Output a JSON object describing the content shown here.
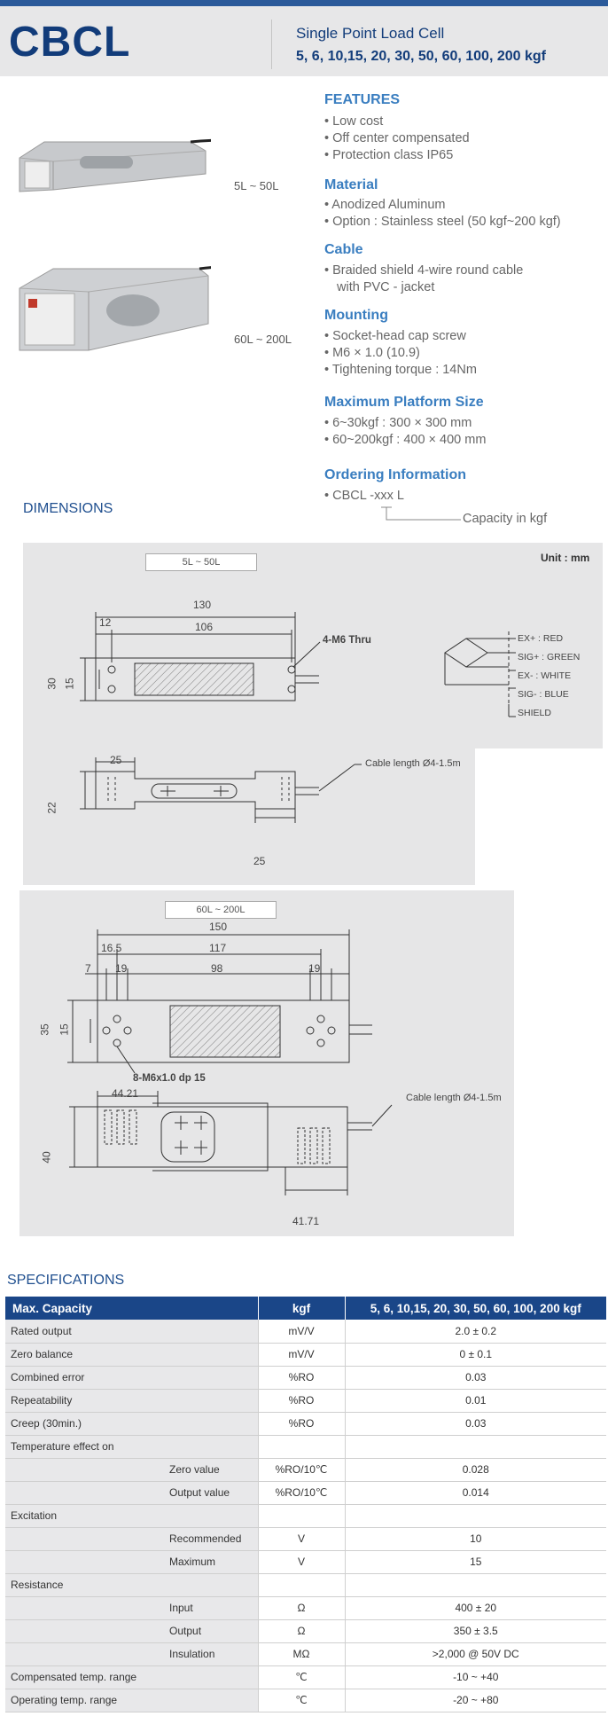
{
  "header": {
    "brand": "CBCL",
    "subtitle": "Single Point Load Cell",
    "capacities": "5, 6, 10,15, 20, 30, 50, 60, 100, 200 kgf"
  },
  "images": {
    "small_range": "5L ~ 50L",
    "large_range": "60L ~ 200L"
  },
  "features": [
    {
      "title": "FEATURES",
      "items": [
        "• Low cost",
        "• Off center compensated",
        "• Protection class IP65"
      ]
    },
    {
      "title": "Material",
      "items": [
        "• Anodized Aluminum",
        "• Option : Stainless steel (50 kgf~200 kgf)"
      ]
    },
    {
      "title": "Cable",
      "items": [
        "• Braided shield 4-wire round cable",
        "with PVC - jacket"
      ]
    },
    {
      "title": "Mounting",
      "items": [
        "• Socket-head cap screw",
        "• M6 × 1.0 (10.9)",
        "• Tightening torque : 14Nm"
      ]
    },
    {
      "title": "Maximum Platform Size",
      "items": [
        "• 6~30kgf : 300 × 300 mm",
        "• 60~200kgf : 400 × 400 mm"
      ]
    },
    {
      "title": "Ordering Information",
      "items": [
        "• CBCL -xxx L"
      ]
    }
  ],
  "ordering_note": "Capacity in kgf",
  "dimensions_title": "DIMENSIONS",
  "drawing1": {
    "tag": "5L ~ 50L",
    "unit": "Unit : mm",
    "d130": "130",
    "d12": "12",
    "d106": "106",
    "d30": "30",
    "d15": "15",
    "thru": "4-M6 Thru",
    "d25a": "25",
    "d22": "22",
    "d25b": "25",
    "cable": "Cable length Ø4-1.5m",
    "wires": [
      "EX+ : RED",
      "SIG+ : GREEN",
      "EX- : WHITE",
      "SIG- : BLUE",
      "SHIELD"
    ]
  },
  "drawing2": {
    "tag": "60L ~ 200L",
    "d150": "150",
    "d165": "16.5",
    "d117": "117",
    "d7": "7",
    "d19a": "19",
    "d98": "98",
    "d19b": "19",
    "d35": "35",
    "d15": "15",
    "screw": "8-M6x1.0 dp 15",
    "d4421": "44.21",
    "cable": "Cable length Ø4-1.5m",
    "d40": "40",
    "d4171": "41.71"
  },
  "specs_title": "SPECIFICATIONS",
  "specs": {
    "head": [
      "Max. Capacity",
      "kgf",
      "5, 6, 10,15, 20, 30, 50, 60, 100, 200 kgf"
    ],
    "rows": [
      [
        "Rated output",
        "",
        "mV/V",
        "2.0 ± 0.2"
      ],
      [
        "Zero balance",
        "",
        "mV/V",
        "0 ± 0.1"
      ],
      [
        "Combined error",
        "",
        "%RO",
        "0.03"
      ],
      [
        "Repeatability",
        "",
        "%RO",
        "0.01"
      ],
      [
        "Creep (30min.)",
        "",
        "%RO",
        "0.03"
      ],
      [
        "Temperature effect on",
        "",
        "",
        ""
      ],
      [
        "",
        "Zero value",
        "%RO/10℃",
        "0.028"
      ],
      [
        "",
        "Output  value",
        "%RO/10℃",
        "0.014"
      ],
      [
        "Excitation",
        "",
        "",
        ""
      ],
      [
        "",
        "Recommended",
        "V",
        "10"
      ],
      [
        "",
        "Maximum",
        "V",
        "15"
      ],
      [
        "Resistance",
        "",
        "",
        ""
      ],
      [
        "",
        "Input",
        "Ω",
        "400 ± 20"
      ],
      [
        "",
        "Output",
        "Ω",
        "350 ± 3.5"
      ],
      [
        "",
        "Insulation",
        "MΩ",
        ">2,000 @ 50V DC"
      ],
      [
        "Compensated temp. range",
        "",
        "℃",
        "-10 ~ +40"
      ],
      [
        "Operating temp. range",
        "",
        "℃",
        "-20 ~ +80"
      ]
    ]
  }
}
